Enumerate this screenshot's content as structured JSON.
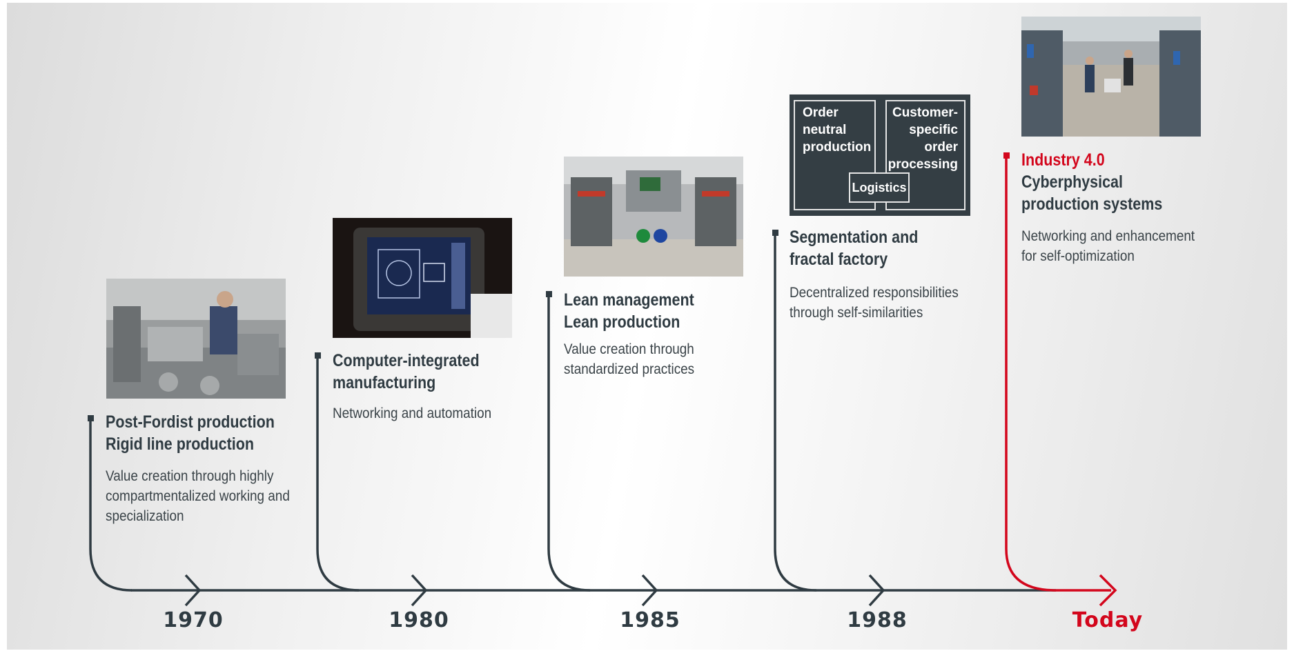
{
  "colors": {
    "dark": "#2f3b42",
    "accent": "#d3061c"
  },
  "timeline": [
    {
      "year": "1970",
      "title_lines": [
        "Post-Fordist production",
        "Rigid line production"
      ],
      "description": "Value creation through highly compartmentalized working and specialization",
      "image": "factory-worker-photo"
    },
    {
      "year": "1980",
      "title_lines": [
        "Computer-integrated",
        "manufacturing"
      ],
      "description": "Networking and automation",
      "image": "computer-monitor-photo"
    },
    {
      "year": "1985",
      "title_lines": [
        "Lean management",
        "Lean production"
      ],
      "description": "Value creation through standardized practices",
      "image": "lean-workstation-photo"
    },
    {
      "year": "1988",
      "title_lines": [
        "Segmentation and",
        "fractal factory"
      ],
      "description": "Decentralized responsibilities through self-similarities",
      "image": "fractal-diagram"
    },
    {
      "year": "Today",
      "title_highlight": "Industry 4.0",
      "title_lines": [
        "Cyberphysical",
        "production systems"
      ],
      "description": "Networking and enhancement for self-optimization",
      "image": "modern-factory-photo"
    }
  ],
  "fractal_diagram": {
    "left_label": "Order neutral production",
    "right_label": "Customer-specific order processing",
    "center_label": "Logistics"
  }
}
